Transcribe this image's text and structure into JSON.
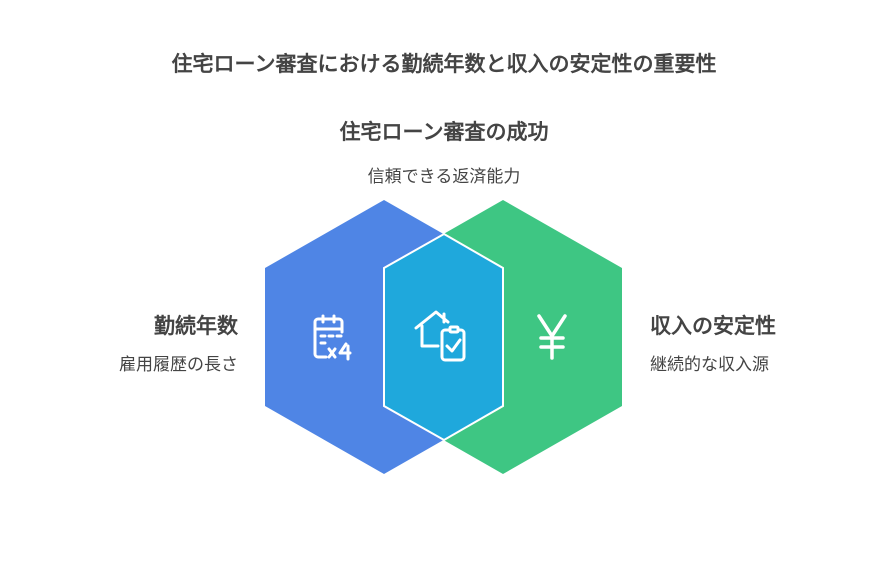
{
  "title": "住宅ローン審査における勤続年数と収入の安定性の重要性",
  "center": {
    "title": "住宅ローン審査の成功",
    "subtitle": "信頼できる返済能力",
    "icon": "house-check-icon"
  },
  "left": {
    "title": "勤続年数",
    "subtitle": "雇用履歴の長さ",
    "icon": "calendar-x4-icon",
    "color": "#4F85E5"
  },
  "right": {
    "title": "収入の安定性",
    "subtitle": "継続的な収入源",
    "icon": "yen-icon",
    "color": "#3EC683"
  },
  "overlap": {
    "color": "#1FA8DC"
  }
}
